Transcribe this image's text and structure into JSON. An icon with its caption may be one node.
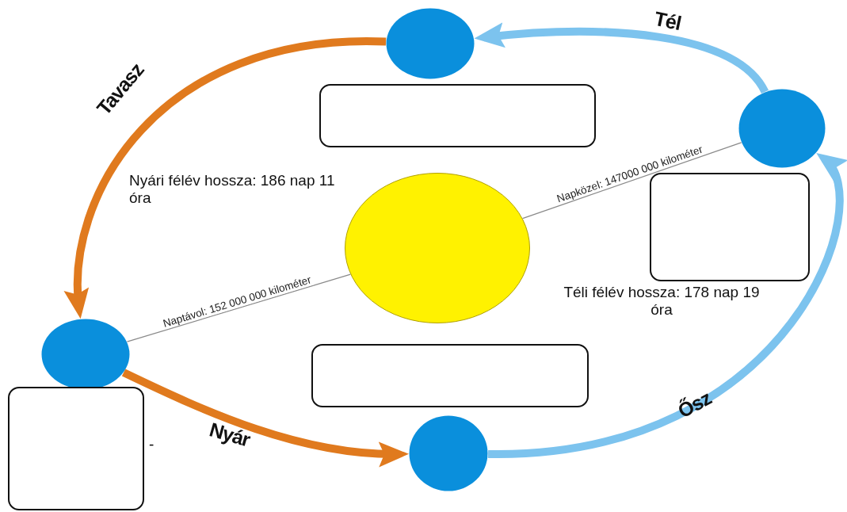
{
  "diagram": {
    "nodes": [
      {
        "text": [],
        "shape": "circle"
      },
      {
        "text": [],
        "shape": "circle"
      },
      {
        "text": [],
        "shape": "circle"
      },
      {
        "text": [],
        "shape": "circle"
      },
      {
        "text": [],
        "shape": "circle"
      },
      {
        "text": [],
        "shape": "box"
      },
      {
        "text": [],
        "shape": "box"
      },
      {
        "text": [],
        "shape": "box"
      },
      {
        "text": [],
        "shape": "box",
        "beside": [
          "-"
        ]
      }
    ],
    "edges": [
      {
        "from": 0,
        "to": 3,
        "arrow": "to",
        "label": "Tavasz",
        "color": "#e07a1e"
      },
      {
        "from": 3,
        "to": 2,
        "arrow": "to",
        "label": "Nyár",
        "color": "#e07a1e"
      },
      {
        "from": 2,
        "to": 1,
        "arrow": "to",
        "label": "Ősz",
        "color": "#7cc3ee"
      },
      {
        "from": 1,
        "to": 0,
        "arrow": "to",
        "label": "Tél",
        "color": "#7cc3ee"
      },
      {
        "from": 3,
        "to": 4,
        "arrow": "none",
        "label": "Naptávol: 152 000 000 kilométer",
        "color": "#8a8a8a"
      },
      {
        "from": 4,
        "to": 1,
        "arrow": "none",
        "label": "Napközel: 147000 000 kilométer",
        "color": "#8a8a8a"
      }
    ],
    "labels": [
      "Nyári félév hossza: 186 nap 11 óra",
      "Téli félév hossza: 178 nap 19 óra"
    ]
  }
}
